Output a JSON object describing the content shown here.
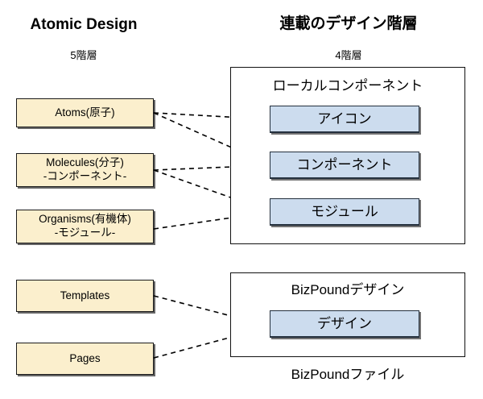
{
  "columns": {
    "left": {
      "title": "Atomic Design",
      "subtitle": "5階層"
    },
    "right": {
      "title": "連載のデザイン階層",
      "subtitle": "4階層"
    }
  },
  "left_boxes": [
    {
      "id": "atoms",
      "line1": "Atoms(原子)",
      "line2": ""
    },
    {
      "id": "molecules",
      "line1": "Molecules(分子)",
      "line2": "-コンポーネント-"
    },
    {
      "id": "organisms",
      "line1": "Organisms(有機体)",
      "line2": "-モジュール-"
    },
    {
      "id": "templates",
      "line1": "Templates",
      "line2": ""
    },
    {
      "id": "pages",
      "line1": "Pages",
      "line2": ""
    }
  ],
  "panels": [
    {
      "id": "local-component",
      "title": "ローカルコンポーネント",
      "items": [
        {
          "id": "icon",
          "label": "アイコン"
        },
        {
          "id": "component",
          "label": "コンポーネント"
        },
        {
          "id": "module",
          "label": "モジュール"
        }
      ]
    },
    {
      "id": "bizpound-design",
      "title": "BizPoundデザイン",
      "items": [
        {
          "id": "design",
          "label": "デザイン"
        }
      ]
    }
  ],
  "caption": "BizPoundファイル",
  "colors": {
    "left_box_fill": "#fbefcd",
    "right_box_fill": "#ccdcee",
    "border": "#1a1a1a",
    "background": "#ffffff",
    "connector": "#000000"
  },
  "connections": [
    {
      "from": "atoms",
      "to": "icon"
    },
    {
      "from": "atoms",
      "to": "component"
    },
    {
      "from": "molecules",
      "to": "component"
    },
    {
      "from": "molecules",
      "to": "module"
    },
    {
      "from": "organisms",
      "to": "module"
    },
    {
      "from": "templates",
      "to": "design"
    },
    {
      "from": "pages",
      "to": "design"
    }
  ]
}
